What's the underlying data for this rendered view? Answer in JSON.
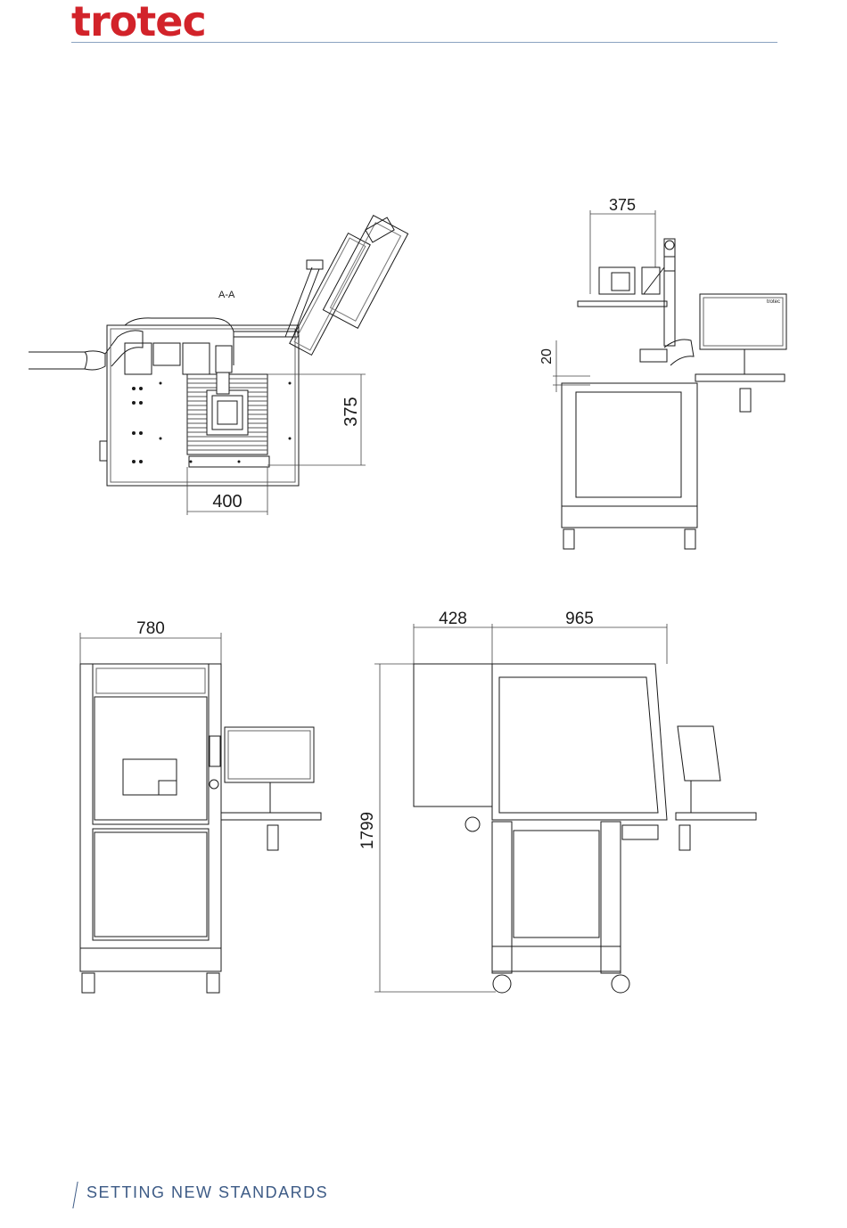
{
  "brand": {
    "logo_text": "trotec",
    "color": "#d2232a",
    "accent": "#3d5b86"
  },
  "footer": {
    "tagline": "SETTING NEW STANDARDS"
  },
  "drawing": {
    "section_label": "A-A",
    "dimensions": {
      "top_width": "400",
      "top_depth": "375",
      "side_shelf": "375",
      "side_offset": "20",
      "front_width": "780",
      "side_depth_a": "428",
      "side_depth_b": "965",
      "height": "1799"
    },
    "monitor_label": "trotec"
  }
}
